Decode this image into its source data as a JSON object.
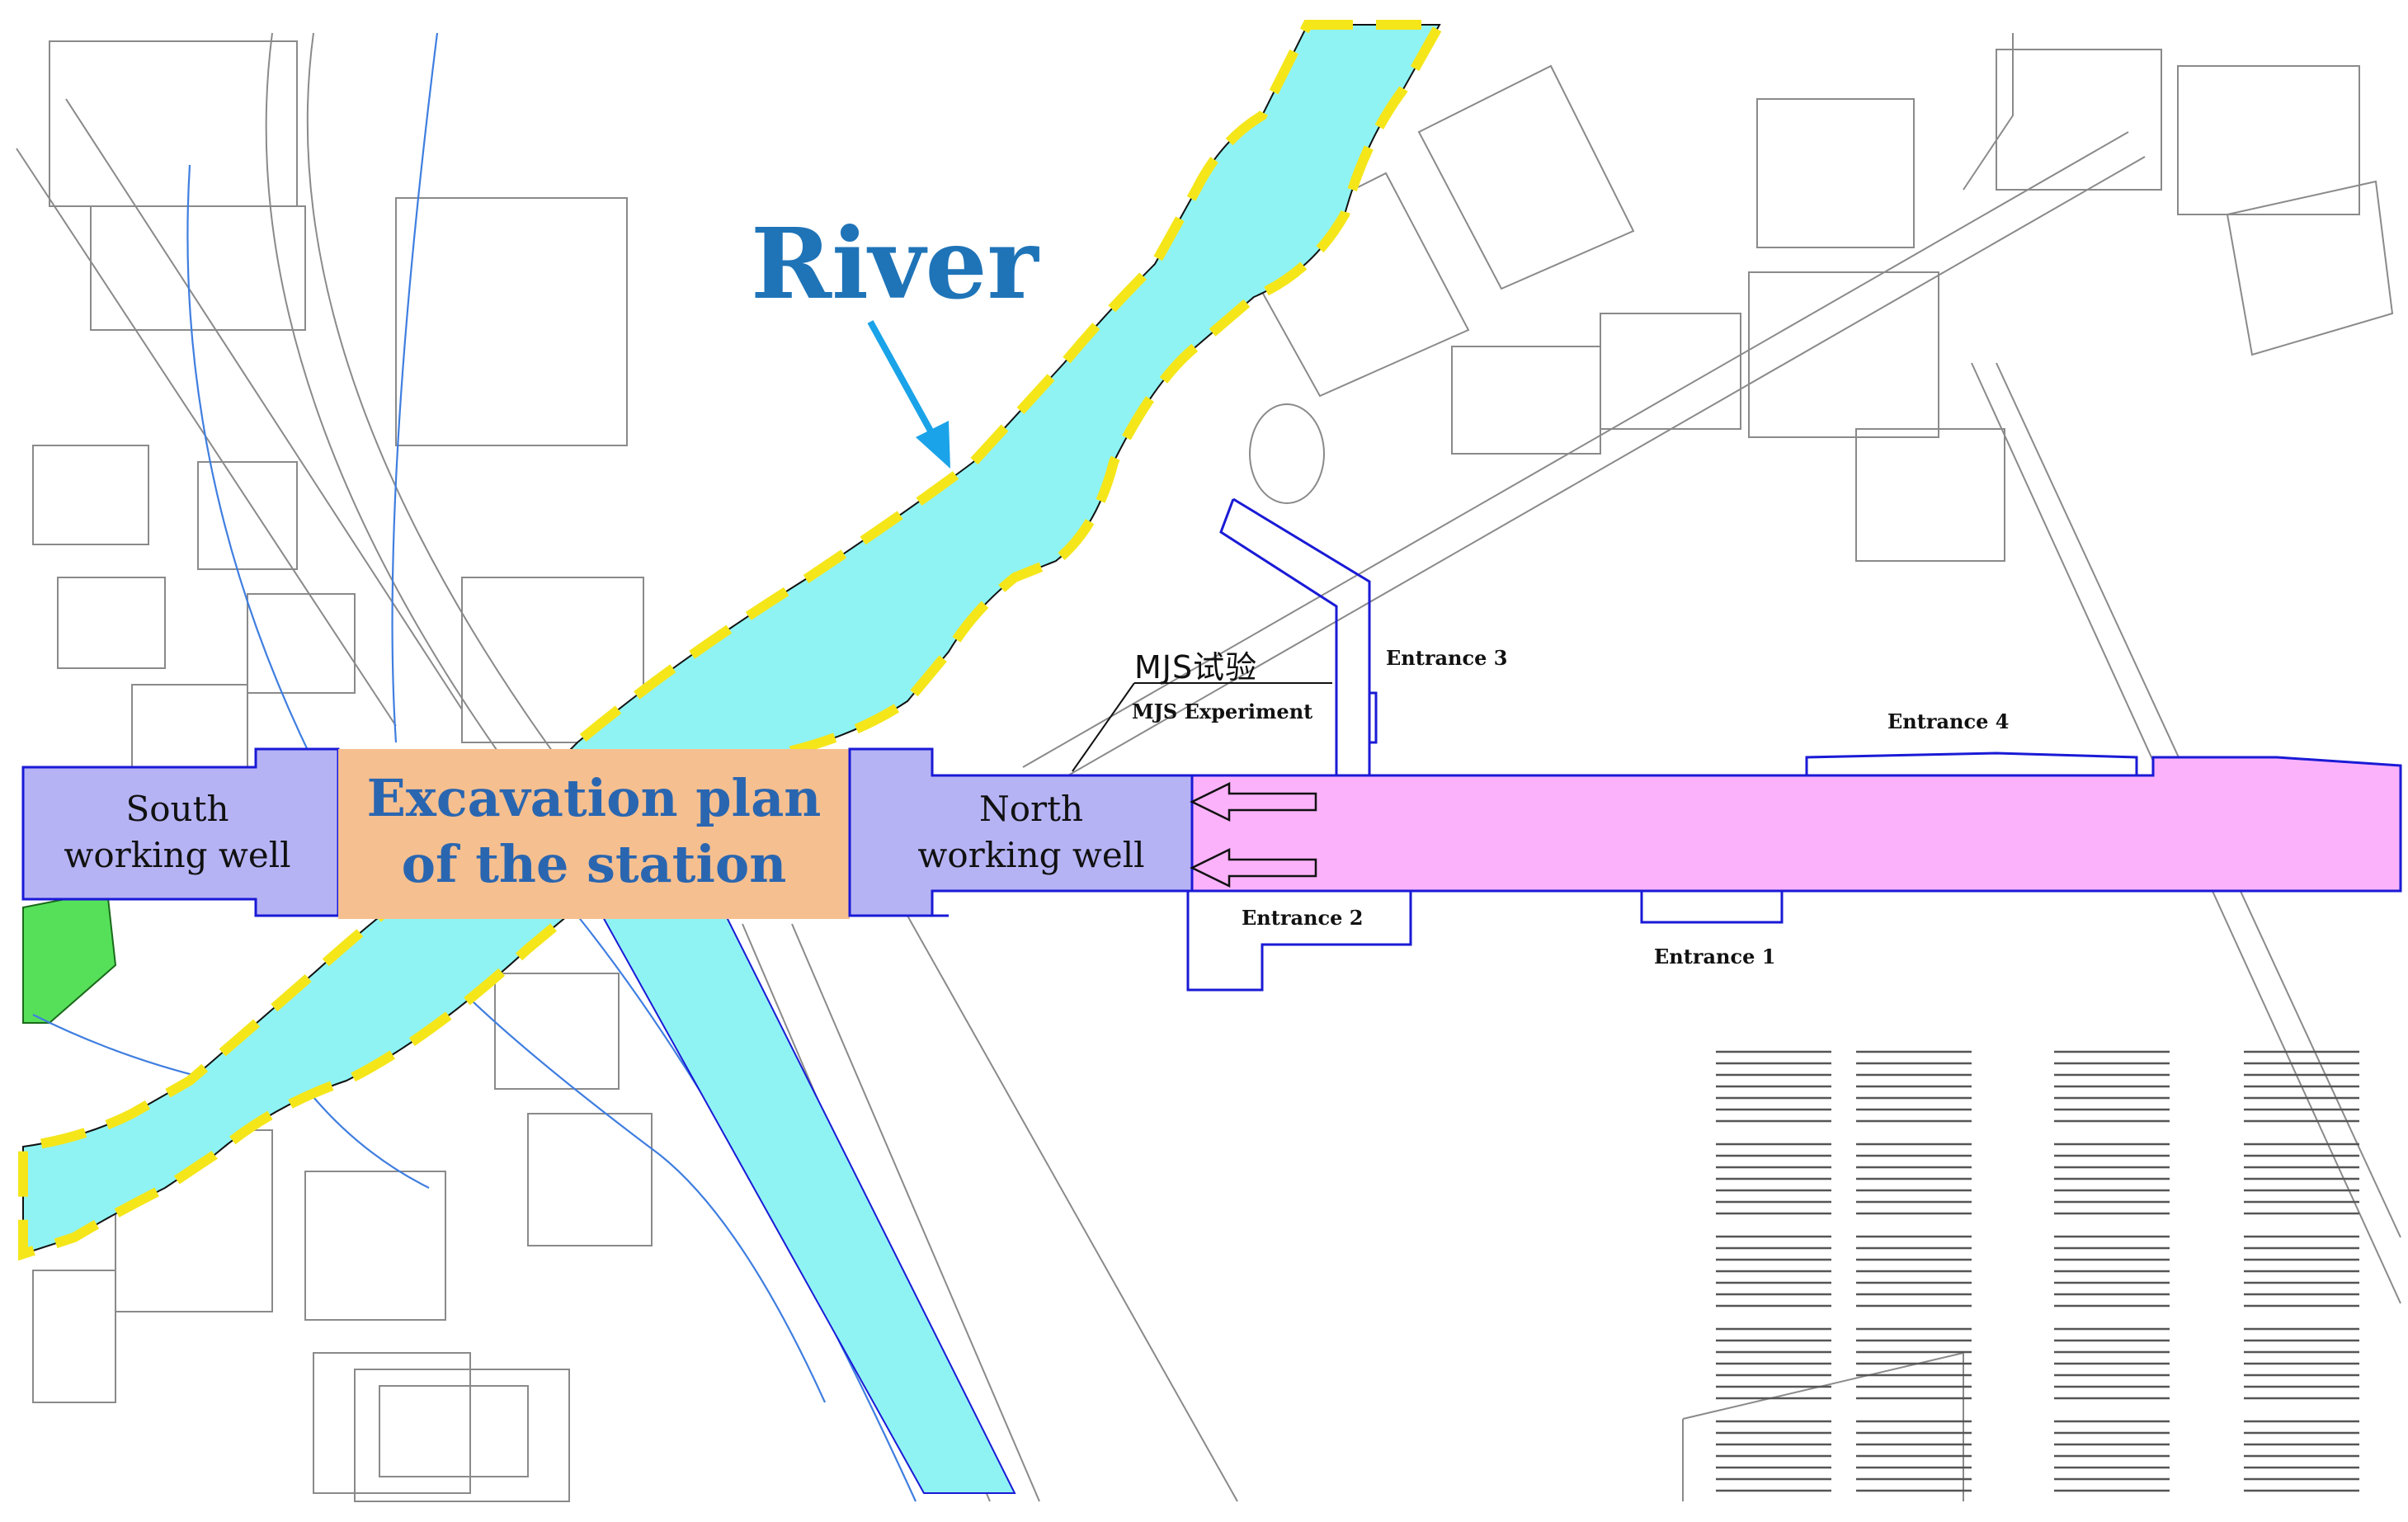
{
  "labels": {
    "river": "River",
    "south_well": [
      "South",
      "working well"
    ],
    "excavation": [
      "Excavation plan",
      "of the station"
    ],
    "north_well": [
      "North",
      "working well"
    ],
    "mjs_cn": "MJS试验",
    "mjs_en": "MJS Experiment",
    "entrance_1": "Entrance 1",
    "entrance_2": "Entrance 2",
    "entrance_3": "Entrance 3",
    "entrance_4": "Entrance 4"
  },
  "colors": {
    "river_fill": "#8ff3f3",
    "river_outline": "#f5e61a",
    "well_fill": "#b6b3f5",
    "excavation_fill": "#f6bf8f",
    "tunnel_fill": "#fbb2fb",
    "station_outline": "#1a1ad6",
    "base_lines": "#8a8a8a",
    "green_patch": "#56e05a",
    "river_text": "#1f74b8",
    "excavation_text": "#2a66b0"
  }
}
